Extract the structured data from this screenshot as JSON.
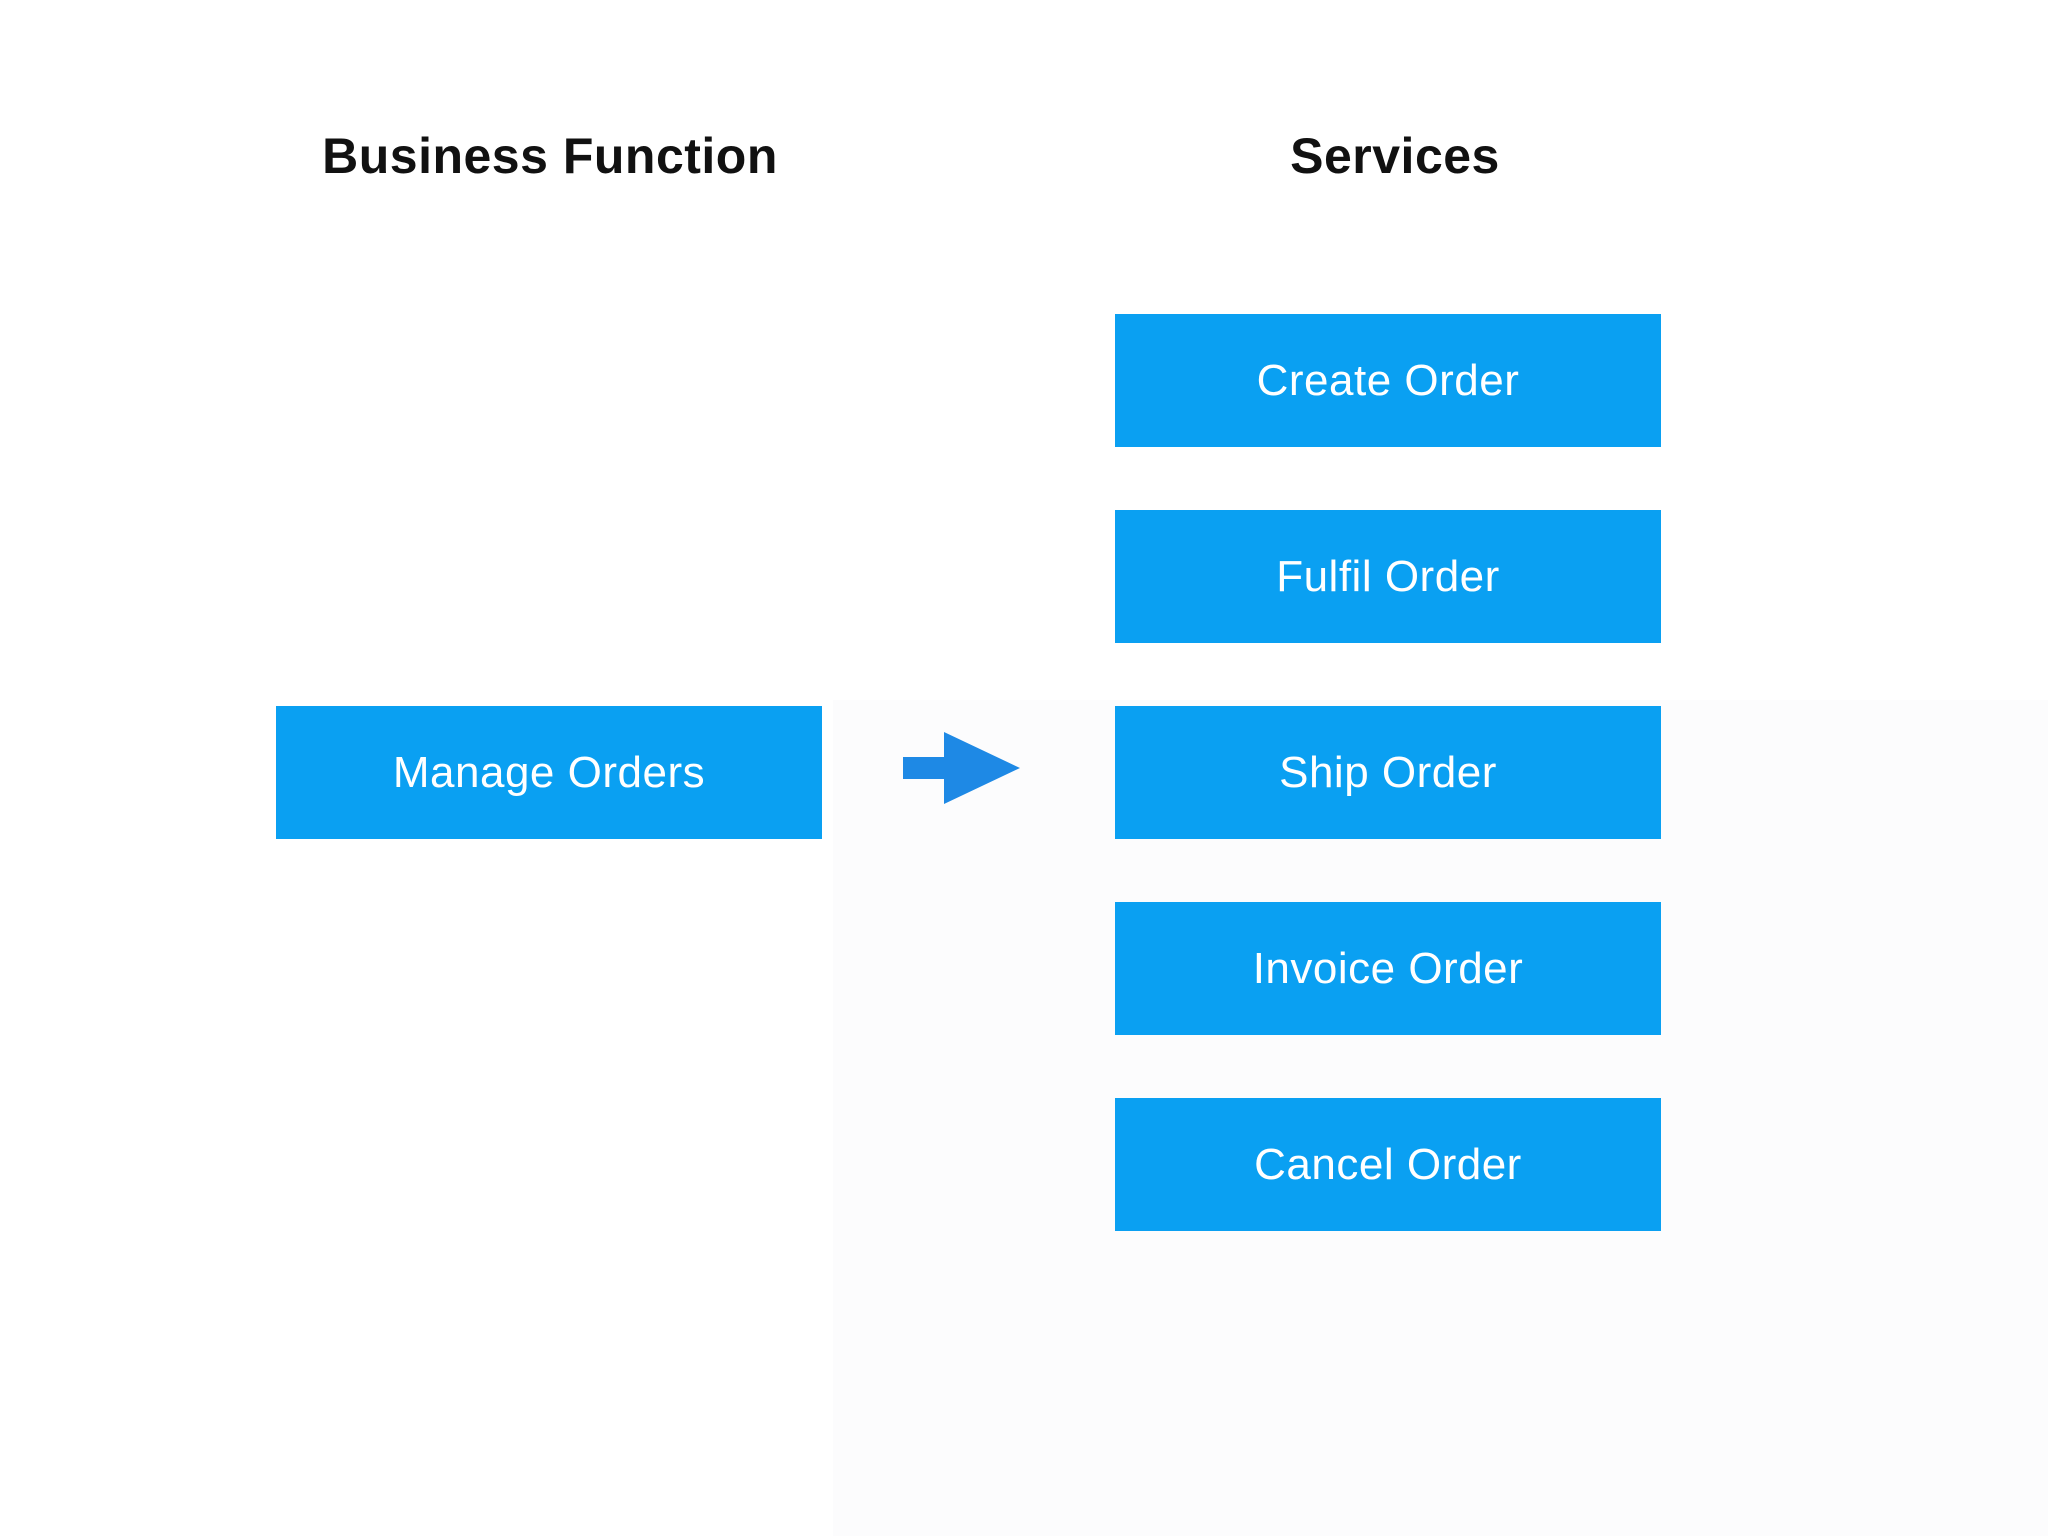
{
  "headings": {
    "left": "Business Function",
    "right": "Services"
  },
  "business_function": {
    "label": "Manage Orders"
  },
  "services": {
    "items": [
      "Create Order",
      "Fulfil Order",
      "Ship Order",
      "Invoice Order",
      "Cancel Order"
    ]
  },
  "arrow": {
    "direction": "right"
  },
  "colors": {
    "node_fill": "#0aa0f2",
    "node_text": "#ffffff",
    "arrow_fill": "#1e89e5",
    "heading_text": "#111111",
    "background": "#ffffff"
  }
}
